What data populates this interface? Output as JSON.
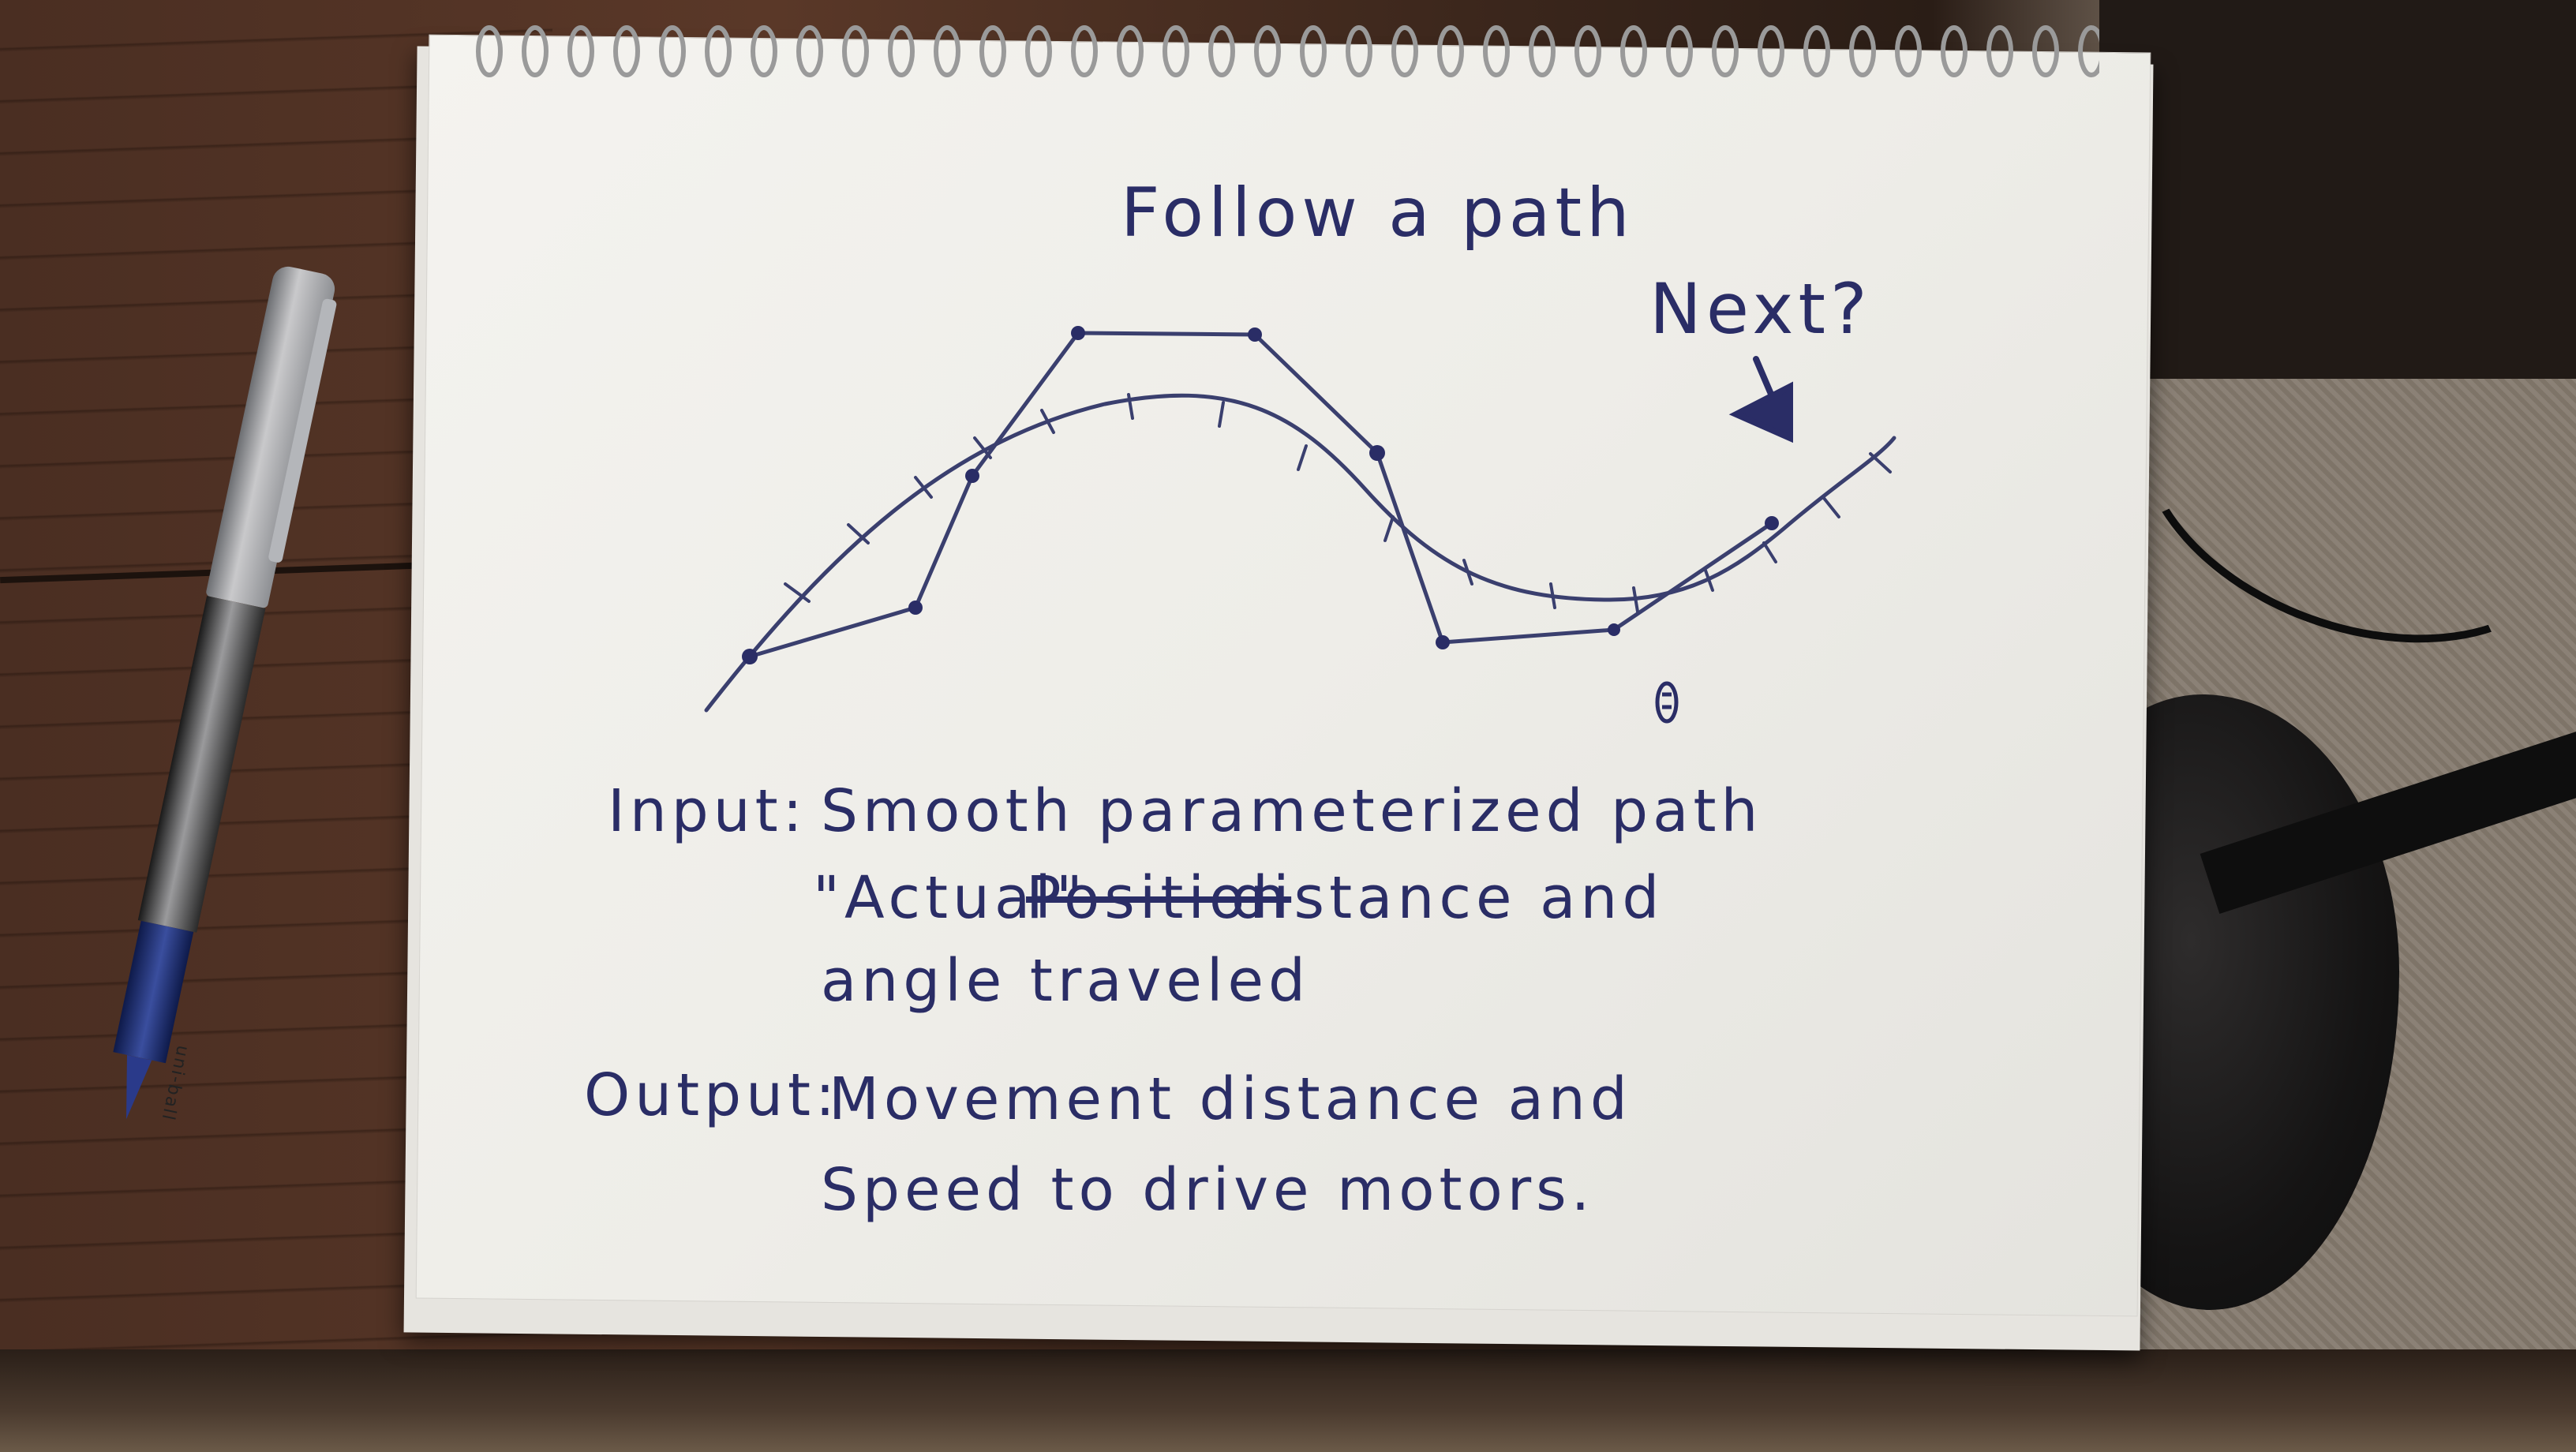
{
  "notebook": {
    "title": "Follow a path",
    "annotation": "Next?",
    "input": {
      "label": "Input:",
      "line1": "Smooth parameterized path",
      "line2_start": "\"Actual\"",
      "line2_crossed": "Position",
      "line2_end": "distance and",
      "line3": "angle traveled"
    },
    "output": {
      "label": "Output:",
      "line1": "Movement distance and",
      "line2": "Speed to drive motors."
    }
  },
  "pen": {
    "brand_text": "uni-ball"
  },
  "colors": {
    "ink": "#2a2d66",
    "paper": "#f1f0ec",
    "desk": "#4a2e22"
  }
}
